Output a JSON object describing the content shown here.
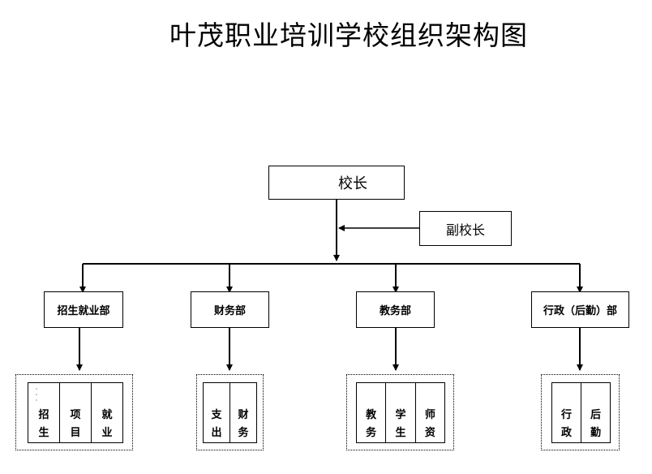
{
  "title": "叶茂职业培训学校组织架构图",
  "principal": "校长",
  "vice_principal": "副校长",
  "departments": [
    {
      "name": "招生就业部",
      "subunits": [
        "招生",
        "项目",
        "就业"
      ]
    },
    {
      "name": "财务部",
      "subunits": [
        "支出",
        "财务"
      ]
    },
    {
      "name": "教务部",
      "subunits": [
        "教务",
        "学生",
        "师资"
      ]
    },
    {
      "name": "行政（后勤）部",
      "subunits": [
        "行政",
        "后勤"
      ]
    }
  ]
}
